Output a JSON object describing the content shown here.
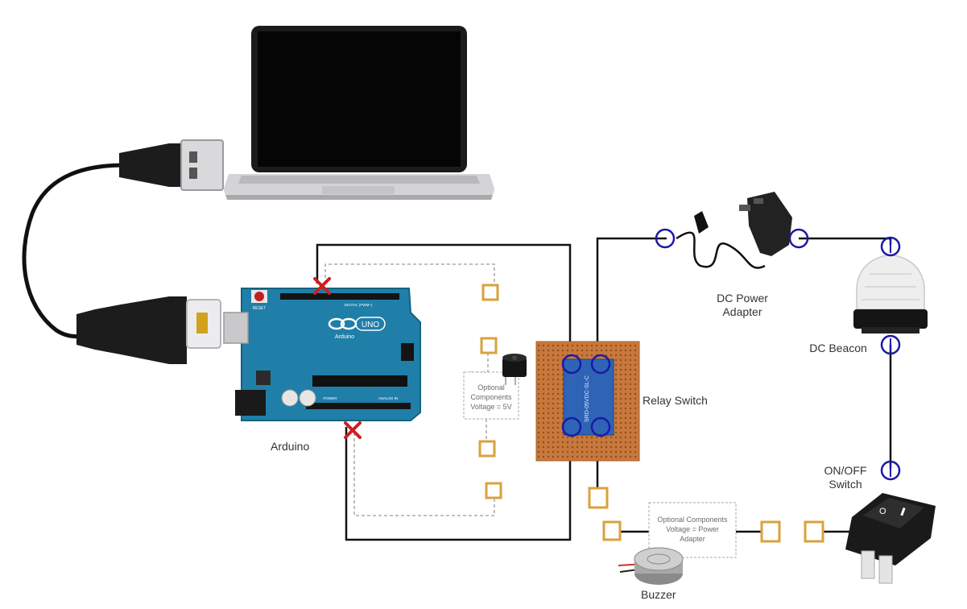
{
  "labels": {
    "arduino": "Arduino",
    "relay_switch": "Relay Switch",
    "dc_power_adapter_line1": "DC Power",
    "dc_power_adapter_line2": "Adapter",
    "dc_beacon": "DC Beacon",
    "on_off_switch_line1": "ON/OFF",
    "on_off_switch_line2": "Switch",
    "buzzer": "Buzzer"
  },
  "optional_boxes": {
    "small": {
      "line1": "Optional",
      "line2": "Components",
      "line3": "Voltage = 5V"
    },
    "large": {
      "line1": "Optional Components",
      "line2": "Voltage = Power",
      "line3": "Adapter"
    }
  },
  "arduino_board": {
    "brand": "Arduino",
    "model": "UNO",
    "reset": "RESET",
    "digital": "DIGITAL (PWM~)",
    "analog": "ANALOG IN",
    "power": "POWER"
  },
  "colors": {
    "wire": "#111111",
    "optional_wire": "#9a9a9a",
    "terminal": "#d9a23c",
    "connector_ring": "#1a1aa8",
    "cut_mark": "#cc1f1f",
    "arduino_blue": "#1f7fa8",
    "perfboard": "#c8783c"
  }
}
